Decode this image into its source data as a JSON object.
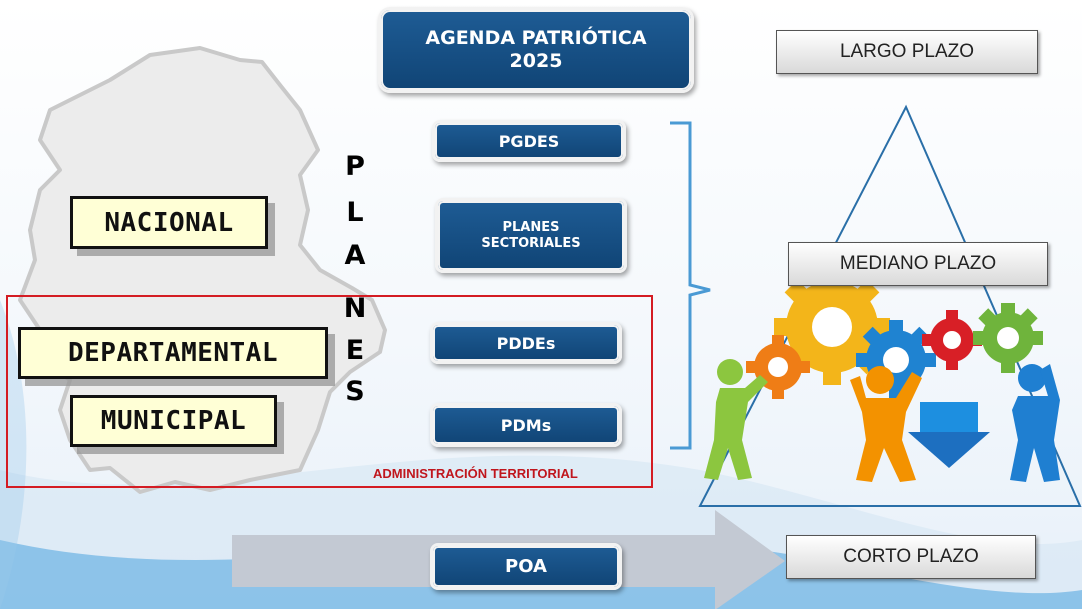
{
  "agenda": {
    "line1": "AGENDA PATRIÓTICA",
    "line2": "2025"
  },
  "plans": {
    "pgdes": "PGDES",
    "sectoriales_line1": "PLANES",
    "sectoriales_line2": "SECTORIALES",
    "pddes": "PDDEs",
    "pdms": "PDMs",
    "poa": "POA"
  },
  "vertical_label": [
    "P",
    "L",
    "A",
    "N",
    "E",
    "S"
  ],
  "levels": {
    "nacional": "NACIONAL",
    "departamental": "DEPARTAMENTAL",
    "municipal": "MUNICIPAL"
  },
  "admin_label": "ADMINISTRACIÓN TERRITORIAL",
  "horizons": {
    "largo": "LARGO PLAZO",
    "mediano": "MEDIANO PLAZO",
    "corto": "CORTO PLAZO"
  },
  "icons": {
    "map": "bolivia-map-icon",
    "gears": "teamwork-gears-icon",
    "arrow": "right-arrow-icon"
  },
  "colors": {
    "button_blue": "#1a5288",
    "admin_red": "#d41c23",
    "label_yellow": "#ffffd6",
    "pyramid_blue": "#2a6fa8",
    "arrow_gray": "#bfc6d1"
  }
}
